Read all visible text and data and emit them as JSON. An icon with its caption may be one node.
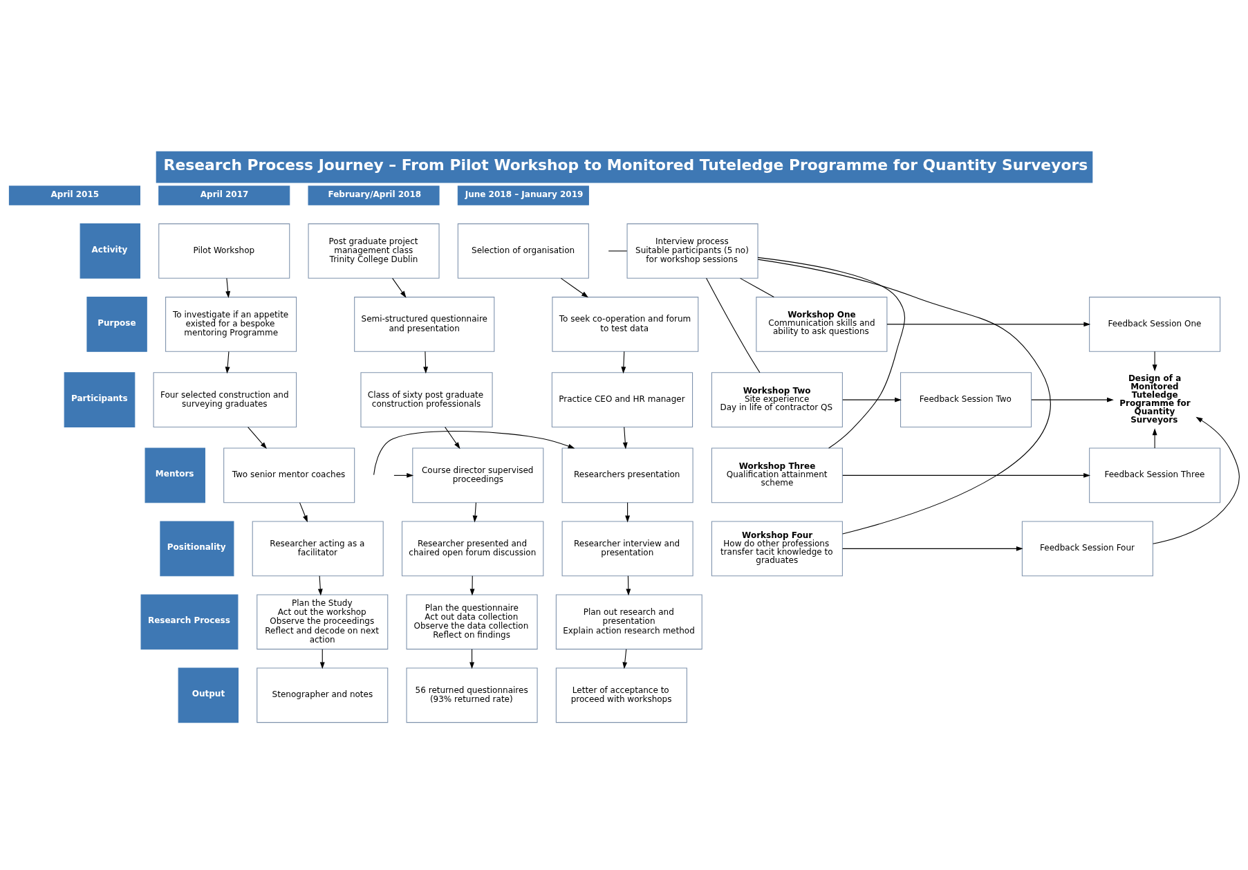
{
  "diagram": {
    "title": "Research Process Journey – From Pilot Workshop to Monitored Tuteledge Programme for Quantity Surveyors",
    "nodes": [
      {
        "text": [
          "Pilot Workshop"
        ]
      },
      {
        "text": [
          "To investigate if an appetite existed for a bespoke mentoring Programme"
        ]
      },
      {
        "text": [
          "Four selected construction and surveying graduates"
        ]
      },
      {
        "text": [
          "Two senior mentor coaches"
        ]
      },
      {
        "text": [
          "Researcher acting as a facilitator"
        ]
      },
      {
        "text": [
          "Plan the Study",
          "Act out the workshop",
          "Observe the proceedings",
          "Reflect and decode on next action"
        ]
      },
      {
        "text": [
          "Stenographer and notes"
        ]
      },
      {
        "text": [
          "Post graduate project management class",
          "Trinity College Dublin"
        ]
      },
      {
        "text": [
          "Semi-structured questionnaire and presentation"
        ]
      },
      {
        "text": [
          "Class of sixty post graduate construction professionals"
        ]
      },
      {
        "text": [
          "Course director supervised proceedings"
        ]
      },
      {
        "text": [
          "Researcher presented and chaired open forum discussion"
        ]
      },
      {
        "text": [
          "Plan the questionnaire",
          "Act out data collection",
          "Observe the data collection",
          "Reflect on findings"
        ]
      },
      {
        "text": [
          "56 returned questionnaires (93% returned rate)"
        ]
      },
      {
        "text": [
          "Selection of organisation"
        ]
      },
      {
        "text": [
          "To seek co-operation and forum to test data"
        ]
      },
      {
        "text": [
          "Practice CEO and HR manager"
        ]
      },
      {
        "text": [
          "Researchers presentation"
        ]
      },
      {
        "text": [
          "Researcher interview and presentation"
        ]
      },
      {
        "text": [
          "Plan out research and presentation",
          "Explain action research method"
        ]
      },
      {
        "text": [
          "Letter of acceptance to proceed with workshops"
        ]
      },
      {
        "text": [
          "Interview process",
          "Suitable participants (5 no) for workshop sessions"
        ]
      },
      {
        "text": [
          "Workshop One",
          "Communication skills and ability to ask questions"
        ]
      },
      {
        "text": [
          "Workshop Two",
          "Site experience",
          "Day in life of contractor QS"
        ]
      },
      {
        "text": [
          "Workshop Three",
          "Qualification attainment scheme"
        ]
      },
      {
        "text": [
          "Workshop Four",
          "How do other professions transfer tacit knowledge to graduates"
        ]
      },
      {
        "text": [
          "Feedback Session One"
        ]
      },
      {
        "text": [
          "Feedback Session Two"
        ]
      },
      {
        "text": [
          "Feedback Session Three"
        ]
      },
      {
        "text": [
          "Feedback Session Four"
        ]
      },
      {
        "text": [
          "Design of a Monitored Tuteledge Programme for Quantity Surveyors"
        ]
      }
    ],
    "edges": [
      {
        "from": 0,
        "to": 1,
        "arrow": "to"
      },
      {
        "from": 1,
        "to": 2,
        "arrow": "to"
      },
      {
        "from": 2,
        "to": 3,
        "arrow": "to"
      },
      {
        "from": 3,
        "to": 4,
        "arrow": "to"
      },
      {
        "from": 4,
        "to": 5,
        "arrow": "to"
      },
      {
        "from": 5,
        "to": 6,
        "arrow": "to"
      },
      {
        "from": 7,
        "to": 8,
        "arrow": "to"
      },
      {
        "from": 8,
        "to": 9,
        "arrow": "to"
      },
      {
        "from": 9,
        "to": 10,
        "arrow": "to"
      },
      {
        "from": 10,
        "to": 11,
        "arrow": "to"
      },
      {
        "from": 11,
        "to": 12,
        "arrow": "to"
      },
      {
        "from": 12,
        "to": 13,
        "arrow": "to"
      },
      {
        "from": 14,
        "to": 15,
        "arrow": "to"
      },
      {
        "from": 15,
        "to": 16,
        "arrow": "to"
      },
      {
        "from": 16,
        "to": 17,
        "arrow": "to"
      },
      {
        "from": 17,
        "to": 18,
        "arrow": "to"
      },
      {
        "from": 18,
        "to": 19,
        "arrow": "to"
      },
      {
        "from": 19,
        "to": 20,
        "arrow": "to"
      },
      {
        "from": null,
        "to": 10,
        "arrow": "to"
      },
      {
        "from": null,
        "to": 17,
        "arrow": "to"
      },
      {
        "from": null,
        "to": 21,
        "arrow": "none"
      },
      {
        "from": 21,
        "to": 22,
        "arrow": "none"
      },
      {
        "from": 21,
        "to": 23,
        "arrow": "none"
      },
      {
        "from": 21,
        "to": 24,
        "arrow": "none"
      },
      {
        "from": 21,
        "to": 25,
        "arrow": "none"
      },
      {
        "from": 22,
        "to": 26,
        "arrow": "to"
      },
      {
        "from": 23,
        "to": 27,
        "arrow": "to"
      },
      {
        "from": 24,
        "to": 28,
        "arrow": "to"
      },
      {
        "from": 25,
        "to": 29,
        "arrow": "to"
      },
      {
        "from": 26,
        "to": 30,
        "arrow": "to"
      },
      {
        "from": 27,
        "to": 30,
        "arrow": "to"
      },
      {
        "from": 28,
        "to": 30,
        "arrow": "to"
      },
      {
        "from": 29,
        "to": 30,
        "arrow": "to"
      }
    ],
    "labels": [
      "April 2015",
      "April 2017",
      "February/April 2018",
      "June 2018 – January 2019",
      "Activity",
      "Purpose",
      "Participants",
      "Mentors",
      "Positionality",
      "Research Process",
      "Output"
    ]
  }
}
